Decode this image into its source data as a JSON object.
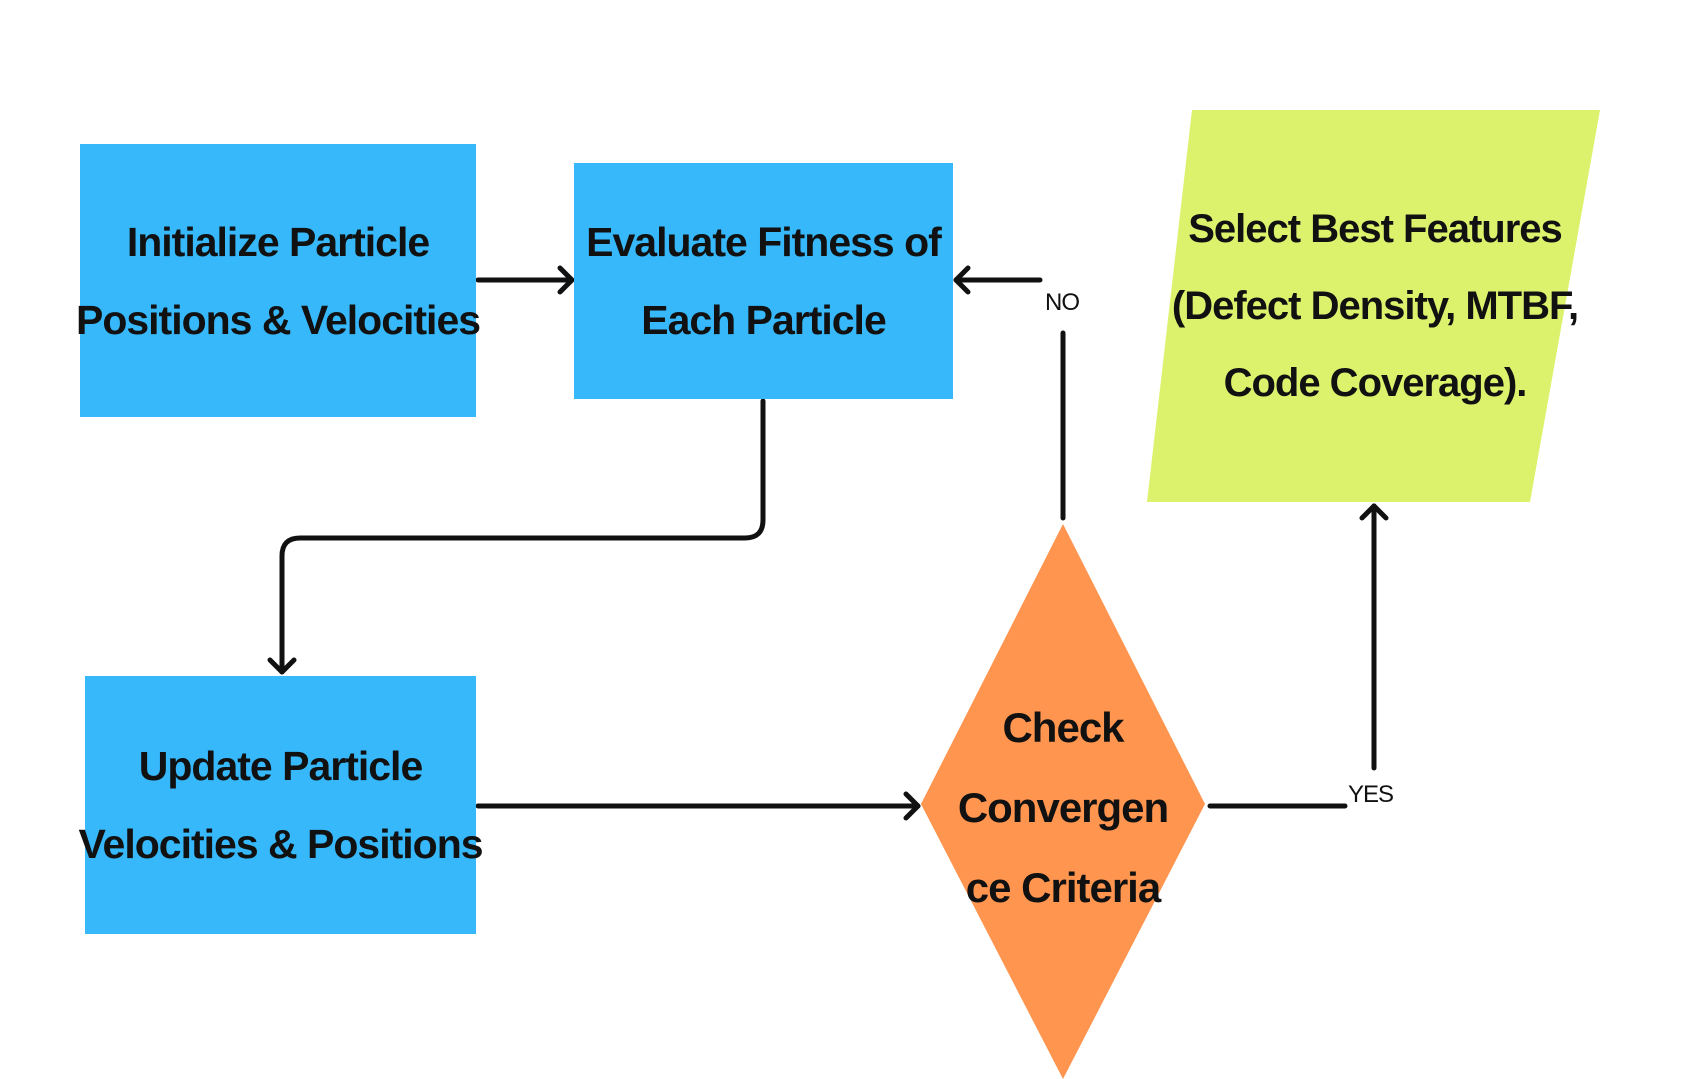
{
  "nodes": {
    "initialize": {
      "lines": [
        "Initialize Particle",
        "Positions & Velocities"
      ]
    },
    "evaluate": {
      "lines": [
        "Evaluate Fitness of",
        "Each Particle"
      ]
    },
    "update": {
      "lines": [
        "Update Particle",
        "Velocities & Positions"
      ]
    },
    "check": {
      "lines": [
        "Check",
        "Convergen",
        "ce Criteria"
      ]
    },
    "select": {
      "lines": [
        "Select Best Features",
        "(Defect Density, MTBF,",
        "Code Coverage)."
      ]
    }
  },
  "edges": {
    "no_label": "NO",
    "yes_label": "YES"
  },
  "colors": {
    "process_box": "#36b8fb",
    "decision": "#ff954f",
    "output": "#dcf26d",
    "line": "#111111"
  }
}
